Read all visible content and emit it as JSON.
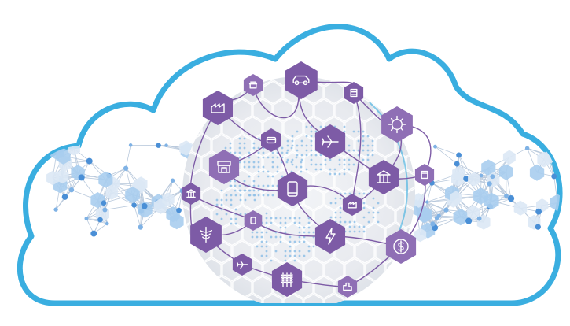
{
  "colors": {
    "cloud_outline": "#3aaee0",
    "hex_purple": "#7d5ba6",
    "hex_light_purple": "#8f6fb5",
    "network_blue": "#4a90d9",
    "network_light": "#cfe3f5",
    "globe_dots": "#9cc6e6",
    "globe_grey": "#e6e8ec",
    "line_purple": "#7d5ba6"
  },
  "hexagons": [
    {
      "name": "factory-hex",
      "icon": "factory-icon"
    },
    {
      "name": "store-small-hex",
      "icon": "storefront-icon"
    },
    {
      "name": "car-hex",
      "icon": "car-icon"
    },
    {
      "name": "building-hex",
      "icon": "office-building-icon"
    },
    {
      "name": "server-hex",
      "icon": "server-rack-icon"
    },
    {
      "name": "chip-hex",
      "icon": "microchip-icon"
    },
    {
      "name": "card-hex",
      "icon": "credit-card-icon"
    },
    {
      "name": "airplane-hex",
      "icon": "airplane-icon"
    },
    {
      "name": "shop-hex",
      "icon": "shop-awning-icon"
    },
    {
      "name": "bank-left-hex",
      "icon": "bank-icon"
    },
    {
      "name": "bank-right-hex",
      "icon": "bank-icon"
    },
    {
      "name": "kiosk-hex",
      "icon": "kiosk-icon"
    },
    {
      "name": "phone-hex",
      "icon": "smartphone-icon"
    },
    {
      "name": "small-factory-hex",
      "icon": "factory-icon"
    },
    {
      "name": "device-hex",
      "icon": "tablet-icon"
    },
    {
      "name": "medical-hex",
      "icon": "caduceus-icon"
    },
    {
      "name": "lightning-hex",
      "icon": "lightning-icon"
    },
    {
      "name": "dollar-hex",
      "icon": "dollar-coin-icon"
    },
    {
      "name": "plane-small-hex",
      "icon": "airplane-icon"
    },
    {
      "name": "wheat-hex",
      "icon": "wheat-icon"
    },
    {
      "name": "city-hex",
      "icon": "city-buildings-icon"
    }
  ]
}
